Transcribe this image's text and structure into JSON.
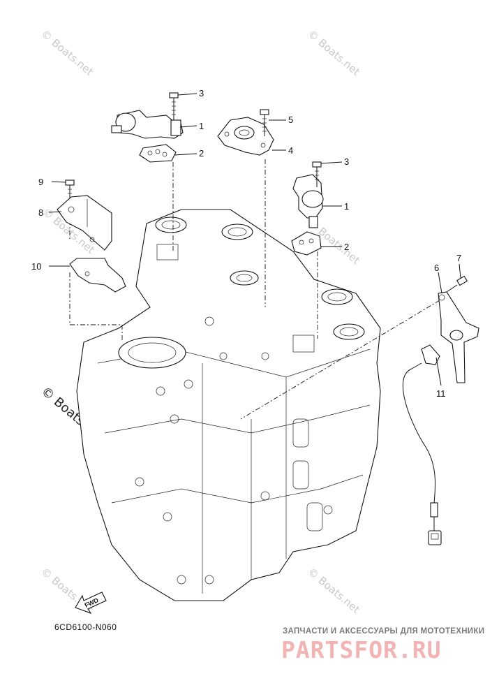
{
  "callouts": [
    {
      "id": "c1a",
      "text": "1"
    },
    {
      "id": "c2a",
      "text": "2"
    },
    {
      "id": "c3a",
      "text": "3"
    },
    {
      "id": "c5",
      "text": "5"
    },
    {
      "id": "c4",
      "text": "4"
    },
    {
      "id": "c3b",
      "text": "3"
    },
    {
      "id": "c1b",
      "text": "1"
    },
    {
      "id": "c2b",
      "text": "2"
    },
    {
      "id": "c9",
      "text": "9"
    },
    {
      "id": "c8",
      "text": "8"
    },
    {
      "id": "c10",
      "text": "10"
    },
    {
      "id": "c6",
      "text": "6"
    },
    {
      "id": "c7",
      "text": "7"
    },
    {
      "id": "c11",
      "text": "11"
    }
  ],
  "watermarks": {
    "small": "© Boats.net",
    "large": "© Boats.net"
  },
  "diagram_code": "6CD6100-N060",
  "fwd_label": "FWD",
  "brand": {
    "subtitle": "ЗАПЧАСТИ И АКСЕССУАРЫ ДЛЯ МОТОТЕХНИКИ",
    "name": "PARTSFOR.RU"
  }
}
